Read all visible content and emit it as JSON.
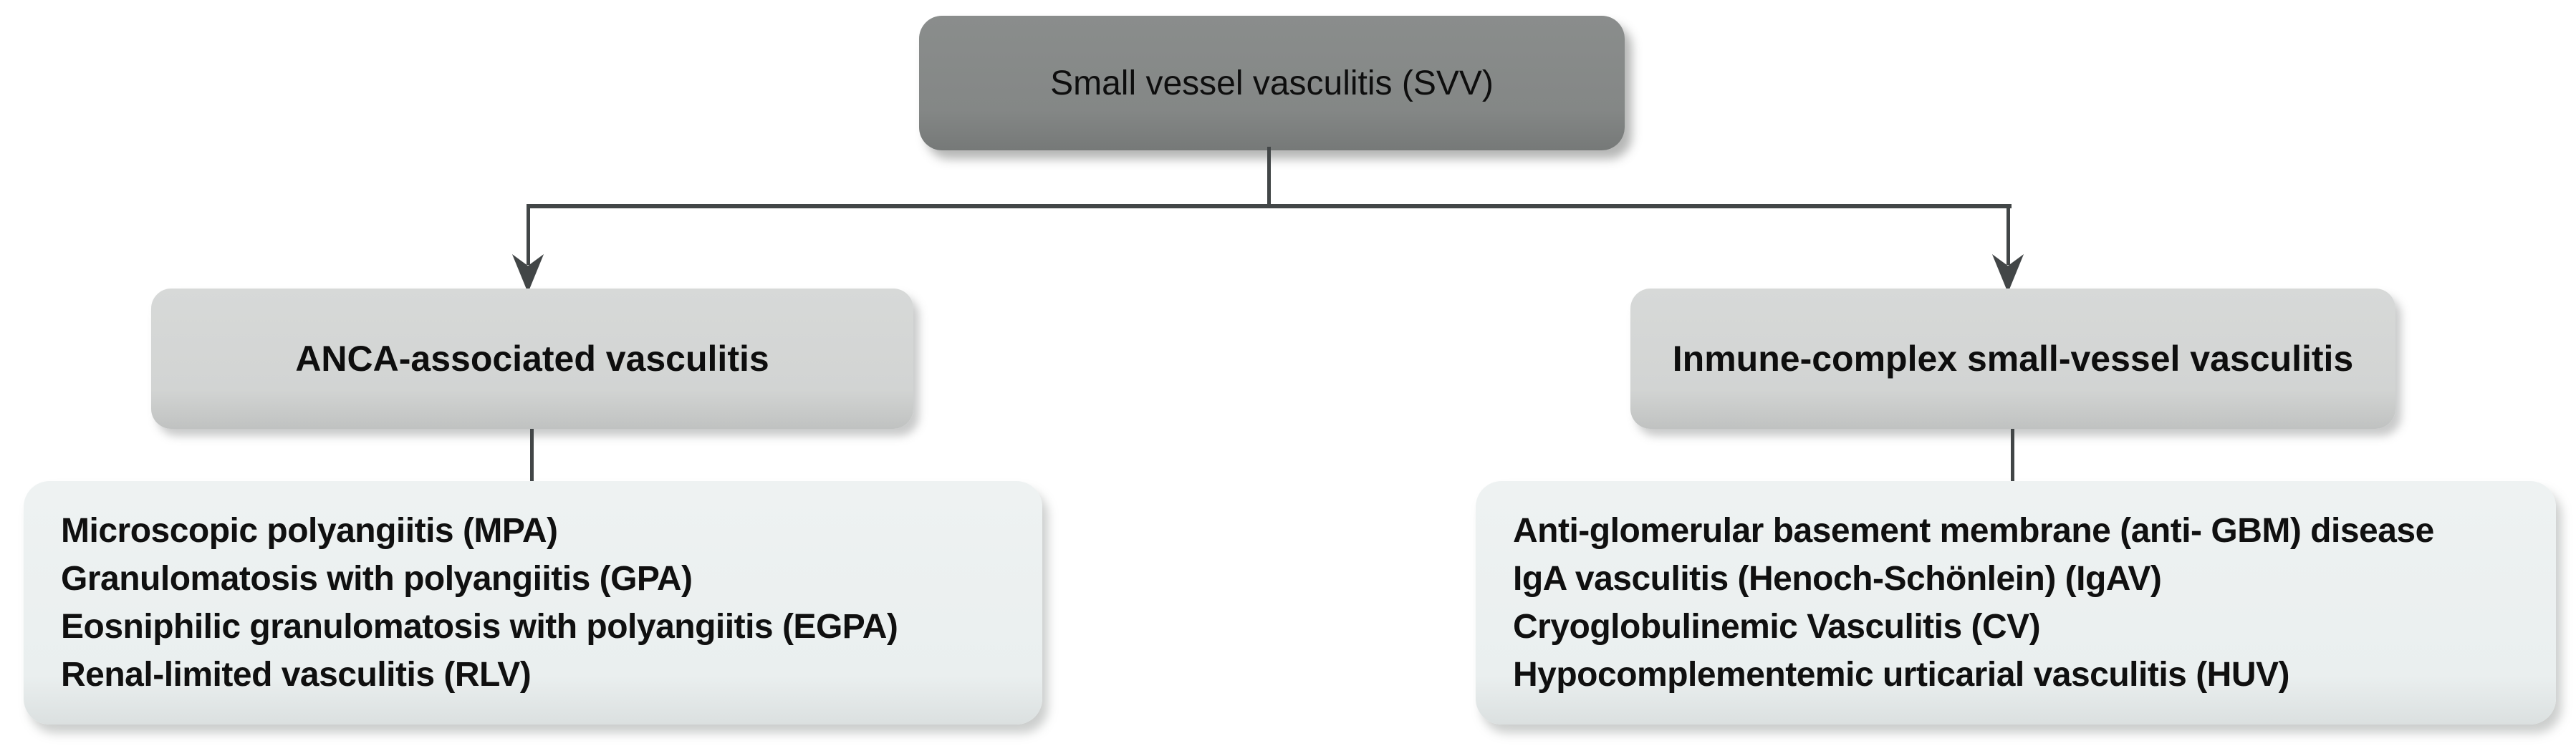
{
  "diagram": {
    "root": {
      "label": "Small vessel vasculitis (SVV)"
    },
    "branches": [
      {
        "label": "ANCA-associated vasculitis",
        "children": [
          "Microscopic polyangiitis (MPA)",
          "Granulomatosis with polyangiitis (GPA)",
          "Eosniphilic granulomatosis with polyangiitis (EGPA)",
          "Renal-limited vasculitis (RLV)"
        ]
      },
      {
        "label": "Inmune-complex small-vessel vasculitis",
        "children": [
          "Anti-glomerular basement membrane (anti- GBM) disease",
          "IgA vasculitis (Henoch-Schönlein) (IgAV)",
          "Cryoglobulinemic Vasculitis (CV)",
          "Hypocomplementemic urticarial vasculitis (HUV)"
        ]
      }
    ],
    "colors": {
      "root_fill": "#848786",
      "branch_fill": "#d2d4d3",
      "leaf_fill": "#eaefef",
      "connector": "#424647",
      "text": "#101010",
      "background": "#ffffff"
    }
  }
}
